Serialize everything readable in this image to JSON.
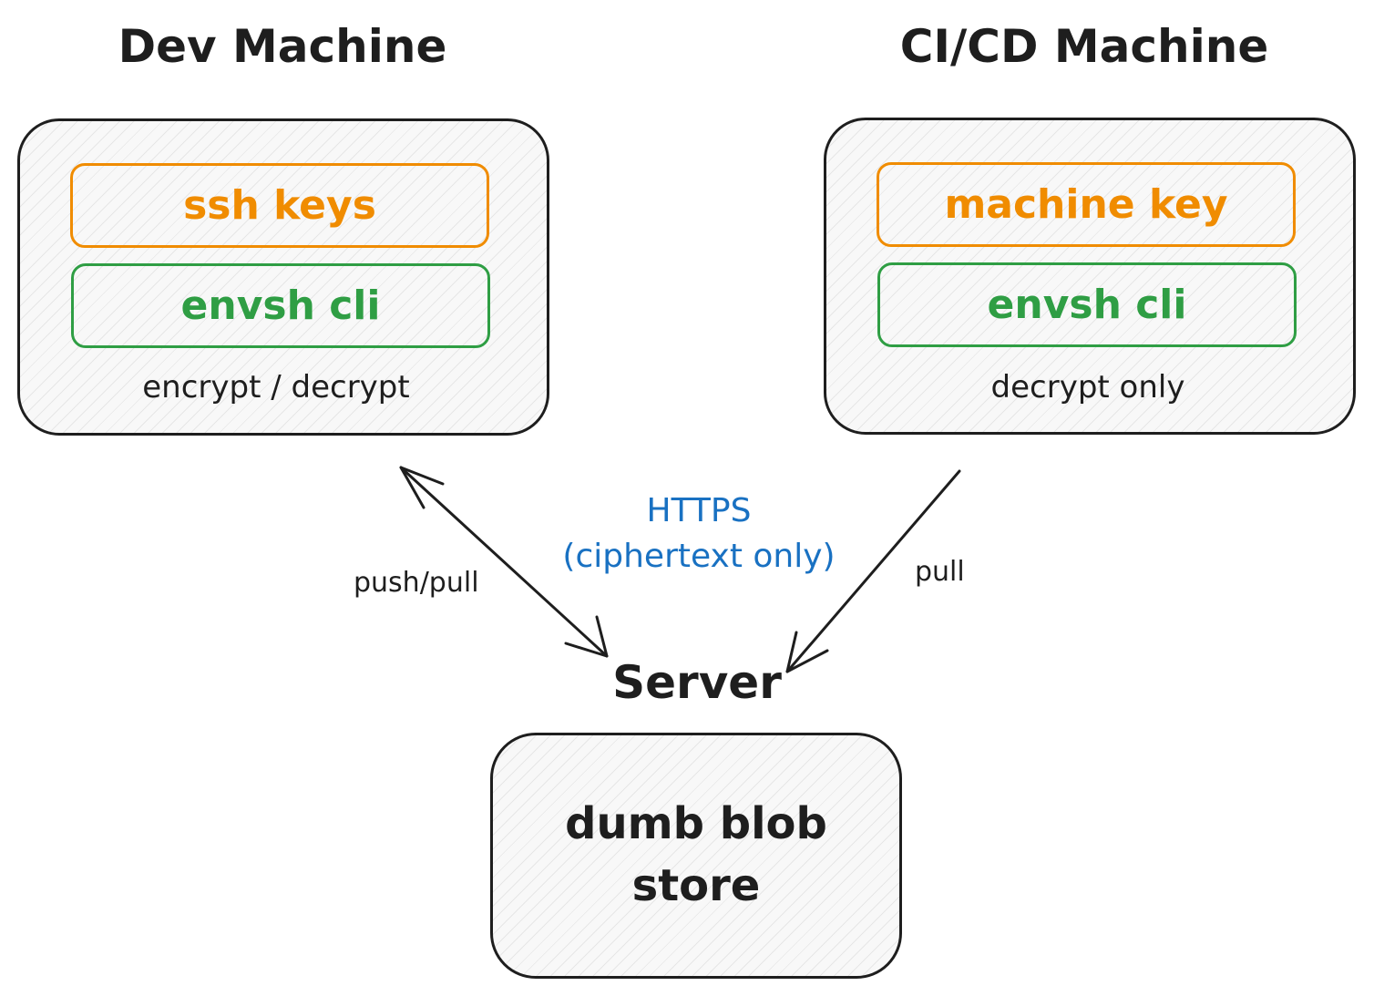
{
  "dev_machine": {
    "title": "Dev Machine",
    "components": [
      "ssh keys",
      "envsh cli"
    ],
    "caption": "encrypt / decrypt"
  },
  "ci_machine": {
    "title": "CI/CD Machine",
    "components": [
      "machine key",
      "envsh cli"
    ],
    "caption": "decrypt only"
  },
  "server": {
    "title": "Server",
    "store_line1": "dumb blob",
    "store_line2": "store"
  },
  "connections": {
    "dev_label": "push/pull",
    "ci_label": "pull",
    "protocol_line1": "HTTPS",
    "protocol_line2": "(ciphertext only)"
  },
  "colors": {
    "stroke": "#1e1e1e",
    "orange": "#f08c00",
    "green": "#2f9e44",
    "blue": "#1971c2"
  }
}
